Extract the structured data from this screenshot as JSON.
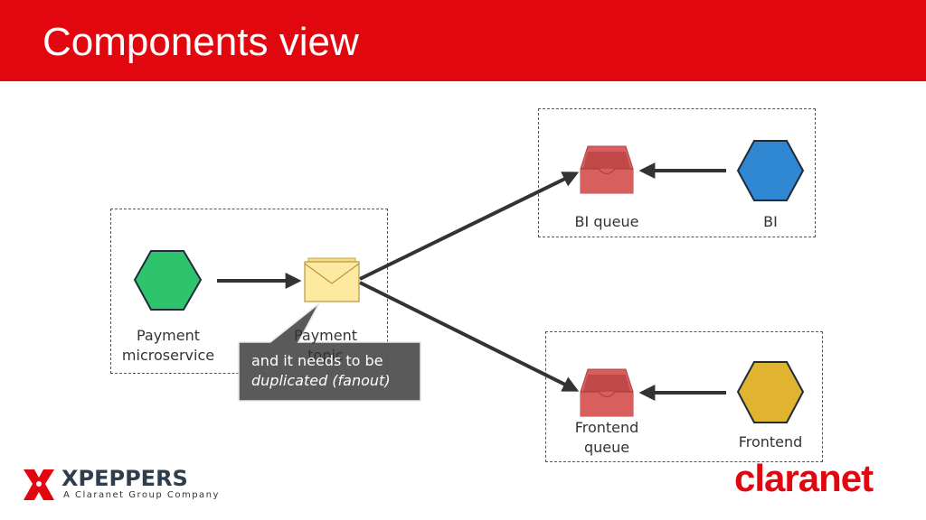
{
  "header": {
    "title": "Components view"
  },
  "nodes": {
    "payment_microservice": {
      "label": "Payment\nmicroservice",
      "color": "#2ec46d"
    },
    "payment_topic": {
      "label": "Payment\ntopic",
      "color": "#fde9a0"
    },
    "bi_queue": {
      "label": "BI queue",
      "color": "#d95f5f"
    },
    "bi": {
      "label": "BI",
      "color": "#2f86d1"
    },
    "frontend_queue": {
      "label": "Frontend\nqueue",
      "color": "#d95f5f"
    },
    "frontend": {
      "label": "Frontend",
      "color": "#e0b431"
    }
  },
  "callout": {
    "line1": "and it needs to be",
    "line2": "duplicated (fanout)"
  },
  "logos": {
    "xpeppers": {
      "name": "XPEPPERS",
      "tagline": "A Claranet Group Company"
    },
    "claranet": {
      "name": "claranet"
    }
  },
  "colors": {
    "header": "#e2060f",
    "arrow": "#333333",
    "callout_bg": "#555555"
  }
}
